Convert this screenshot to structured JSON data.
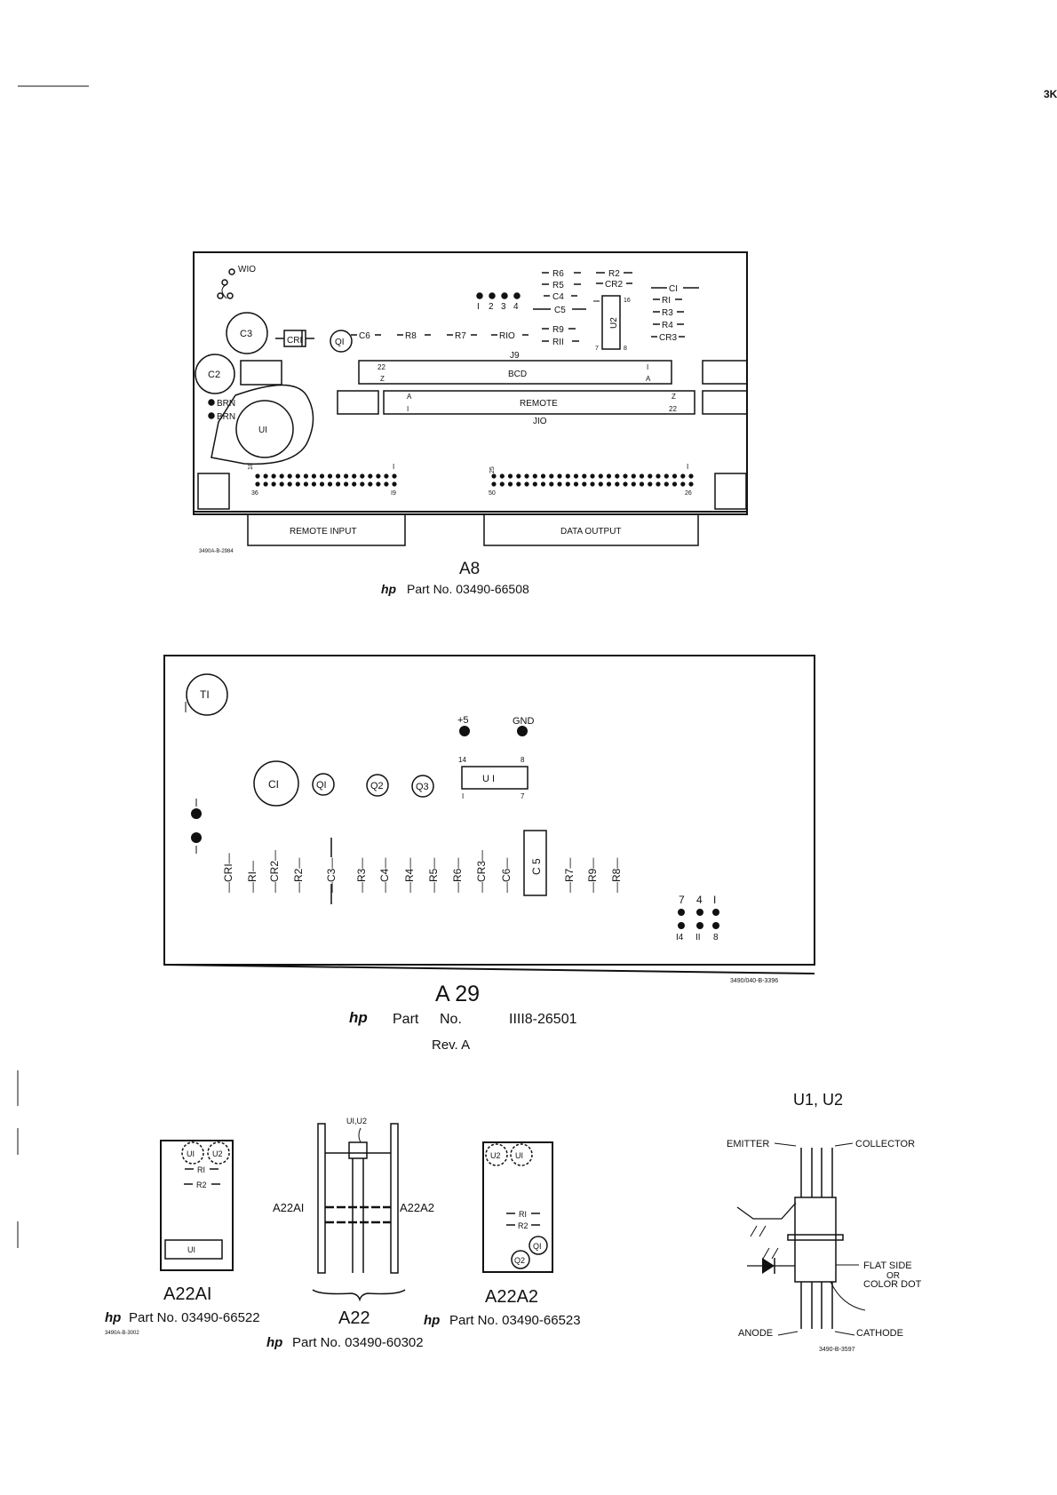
{
  "a8": {
    "title": "A8",
    "part_prefix": "hp",
    "part_label": "Part No. 03490-66508",
    "drawing_no": "3490A-B-2984",
    "conn_remote_input": "REMOTE INPUT",
    "conn_data_output": "DATA OUTPUT",
    "j9_label": "J9",
    "j10_label": "JIO",
    "bcd_label": "BCD",
    "remote_label": "REMOTE",
    "bcd_pin_22": "22",
    "bcd_pin_z": "Z",
    "bcd_pin_1": "I",
    "bcd_pin_a": "A",
    "rem_pin_a": "A",
    "rem_pin_1": "I",
    "rem_pin_z": "Z",
    "rem_pin_22": "22",
    "edge_left_18": "18",
    "edge_left_1": "I",
    "edge_left_36": "36",
    "edge_left_19": "I9",
    "edge_right_25": "25",
    "edge_right_1": "I",
    "edge_right_50": "50",
    "edge_right_26": "26",
    "w10": "WIO",
    "brn1": "BRN",
    "brn2": "BRN",
    "c2": "C2",
    "c3": "C3",
    "cr1": "CRI",
    "q1": "QI",
    "u1": "UI",
    "u2": "U2",
    "u2_pin_8": "8",
    "u2_pin_7": "7",
    "u2_pin_16": "16",
    "row_components": [
      "C6",
      "R8",
      "R7",
      "RIO"
    ],
    "pin_numbers": [
      "I",
      "2",
      "3",
      "4"
    ],
    "col_mid": [
      "R6",
      "R5",
      "C4",
      "C5",
      "R9",
      "RII"
    ],
    "col_r2": [
      "R2",
      "CR2"
    ],
    "col_right": [
      "CI",
      "RI",
      "R3",
      "R4",
      "CR3"
    ]
  },
  "a29": {
    "title": "A 29",
    "part_prefix": "hp",
    "part_word": "Part",
    "part_no_word": "No.",
    "part_number": "IIII8-26501",
    "rev": "Rev. A",
    "drawing_no": "3490/040-B-3396",
    "t1": "TI",
    "c1": "CI",
    "q1": "QI",
    "q2": "Q2",
    "q3": "Q3",
    "u1": "U I",
    "c5": "C 5",
    "plus5": "+5",
    "gnd": "GND",
    "u1_pin_14": "14",
    "u1_pin_8": "8",
    "u1_pin_1": "I",
    "u1_pin_7": "7",
    "vertical_components": [
      "CRI",
      "RI",
      "CR2",
      "R2",
      "C3",
      "R3",
      "C4",
      "R4",
      "R5",
      "R6",
      "CR3",
      "C6",
      "R7",
      "R9",
      "R8"
    ],
    "conn_top": [
      "7",
      "4",
      "I"
    ],
    "conn_bottom": [
      "I4",
      "II",
      "8"
    ]
  },
  "a22": {
    "a22a1": {
      "title": "A22AI",
      "part_prefix": "hp",
      "part_label": "Part No. 03490-66522",
      "drawing_no": "3490A-B-3002",
      "u1": "UI",
      "u2": "U2",
      "r1": "RI",
      "r2": "R2",
      "u1_box": "UI"
    },
    "a22": {
      "title": "A22",
      "part_prefix": "hp",
      "part_label": "Part No. 03490-60302",
      "u1u2": "UI,U2",
      "left_label": "A22AI",
      "right_label": "A22A2"
    },
    "a22a2": {
      "title": "A22A2",
      "part_prefix": "hp",
      "part_label": "Part No. 03490-66523",
      "u2": "U2",
      "u1": "UI",
      "r1": "RI",
      "r2": "R2",
      "q1": "QI",
      "q2": "Q2"
    }
  },
  "u1u2": {
    "title": "U1, U2",
    "emitter": "EMITTER",
    "collector": "COLLECTOR",
    "flat_side": "FLAT SIDE",
    "or": "OR",
    "color_dot": "COLOR DOT",
    "anode": "ANODE",
    "cathode": "CATHODE",
    "drawing_no": "3490-B-3597"
  },
  "margin_mark": "3K"
}
